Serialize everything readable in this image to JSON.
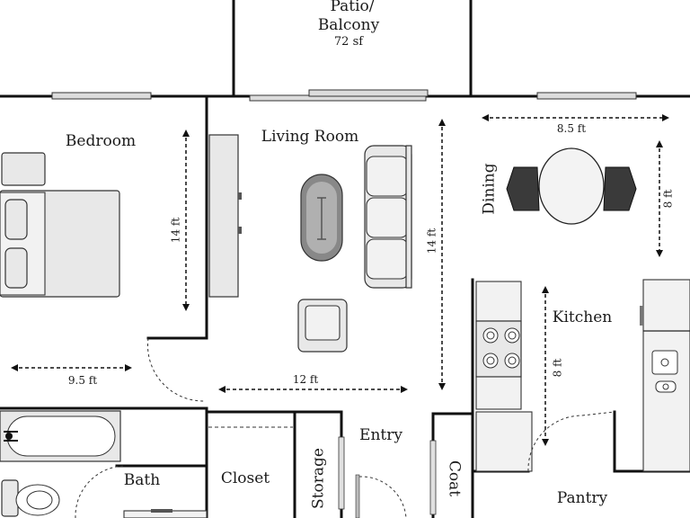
{
  "rooms": {
    "patio": "Patio/",
    "patio_line2": "Balcony",
    "patio_area": "72 sf",
    "bedroom": "Bedroom",
    "living_room": "Living Room",
    "dining": "Dining",
    "kitchen": "Kitchen",
    "bath": "Bath",
    "closet": "Closet",
    "storage": "Storage",
    "entry": "Entry",
    "coat": "Coat",
    "pantry": "Pantry"
  },
  "dimensions": {
    "dining_width": "8.5 ft",
    "dining_depth": "8 ft",
    "bedroom_depth": "14 ft",
    "bedroom_width": "9.5 ft",
    "living_depth": "14 ft",
    "living_width": "12 ft",
    "kitchen_depth": "8 ft"
  },
  "colors": {
    "wall": "#111111",
    "furniture": "#e8e8e8",
    "dark_chair": "#3a3a3a",
    "background": "#ffffff"
  }
}
